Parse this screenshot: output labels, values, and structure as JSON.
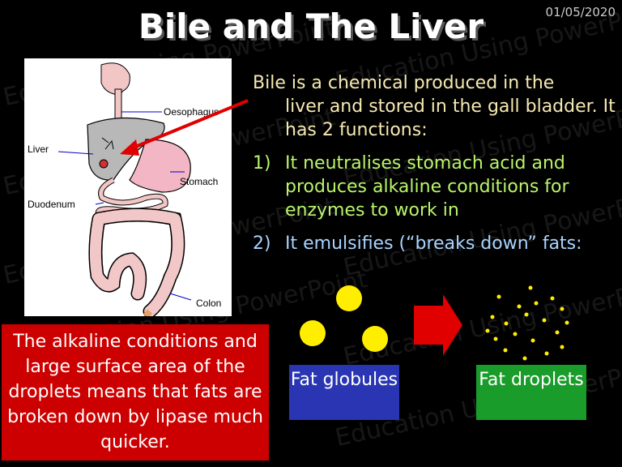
{
  "slide": {
    "date": "01/05/2020",
    "title": "Bile and The Liver",
    "watermark_text": "Education Using PowerPoint"
  },
  "diagram": {
    "labels": {
      "oesophagus": "Oesophagus",
      "liver": "Liver",
      "stomach": "Stomach",
      "duodenum": "Duodenum",
      "colon": "Colon"
    }
  },
  "text": {
    "intro_line1": "Bile is a chemical produced in the",
    "intro_rest": "liver and stored in the gall bladder.  It has 2 functions:",
    "item1_num": "1)",
    "item1_text": "It neutralises stomach acid and produces alkaline conditions for enzymes to work in",
    "item2_num": "2)",
    "item2_text": "It emulsifies (“breaks down” fats:"
  },
  "boxes": {
    "red_text": "The alkaline conditions and large surface area  of the droplets means that fats are broken down by lipase much quicker.",
    "blue_text": "Fat globules",
    "green_text": "Fat droplets"
  },
  "colors": {
    "background": "#000000",
    "red_box": "#cc0000",
    "blue_box": "#2a35b3",
    "green_box": "#1a9c2a",
    "fat_yellow": "#ffee00",
    "arrow_red": "#e00000"
  }
}
